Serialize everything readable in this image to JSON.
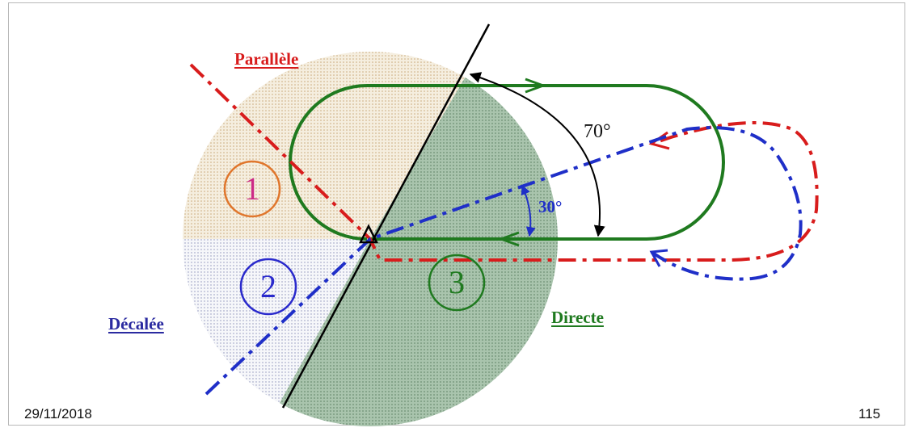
{
  "labels": {
    "parallele": "Parallèle",
    "decalee": "Décalée",
    "directe": "Directe"
  },
  "zones": {
    "z1": "1",
    "z2": "2",
    "z3": "3"
  },
  "angles": {
    "a70": "70°",
    "a30": "30°"
  },
  "footer": {
    "date": "29/11/2018",
    "page": "115"
  },
  "colors": {
    "parallele": "#d81c1c",
    "decalee": "#1f2fc8",
    "directe": "#1f7a1f",
    "zone1": "#e0762c",
    "zone1_number": "#cc2a86",
    "zone2": "#2a2acc",
    "zone3": "#1f7a1f",
    "fill_zone3": "#9cbaa0",
    "fill_zone1": "#f0e6cf",
    "fill_zone2": "#e8eaf0"
  },
  "icons": {
    "fix": "triangle-icon"
  }
}
